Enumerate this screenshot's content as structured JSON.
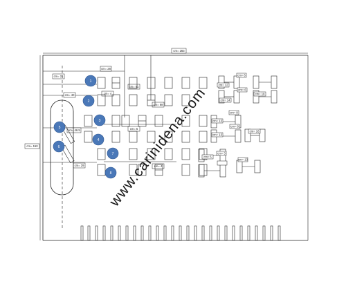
{
  "dimensions": {
    "top_overall": "cm= 283",
    "top_offset": "cm= 28",
    "left_upper": "cm= 21",
    "left_40": "cm= 40",
    "cm_4_a": "cm= 4",
    "cm_51": "cm= 51",
    "cm_88": "cm= 88",
    "cm_5_a": "cm= 5",
    "left_height": "cm= 150",
    "cm_46": "cm= 46.5",
    "cm_29": "cm= 29",
    "cm_4_b": "cm= 4",
    "r_6": "cm= 6",
    "r_12": "cm= 12",
    "r_6b": "cm= 6",
    "r_18": "cm= 18",
    "r_14": "cm= 14",
    "r_8": "cm= 8",
    "r_13": "cm= 13",
    "r_8b": "cm= 8",
    "r_16": "cm= 16",
    "r_13b": "cm= 13",
    "r_3": "cm= 3",
    "r_5": "cm= 5",
    "r_13c": "cm= 13"
  },
  "badges": [
    "1",
    "2",
    "3",
    "4",
    "5",
    "6",
    "7",
    "8"
  ],
  "watermark": "www.carinidena.com",
  "colors": {
    "line": "#222222",
    "badge": "#4a78b8",
    "badge_edge": "#2e5590",
    "watermark": "#1b1b1b"
  }
}
